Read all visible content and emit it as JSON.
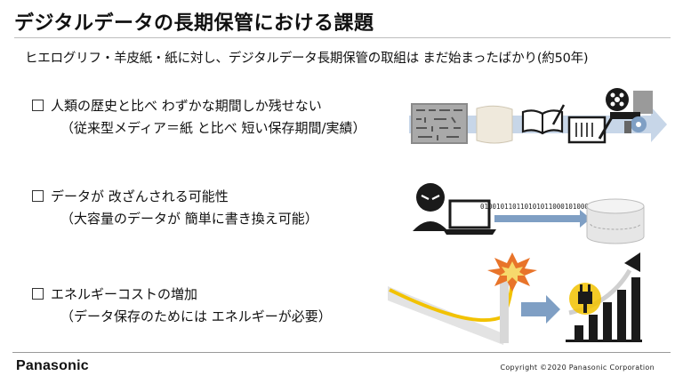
{
  "slide": {
    "title": "デジタルデータの長期保管における課題",
    "subtitle": "ヒエログリフ・羊皮紙・紙に対し、デジタルデータ長期保管の取組は まだ始まったばかり(約50年)",
    "issues": [
      {
        "main": "人類の歴史と比べ わずかな期間しか残せない",
        "sub": "（従来型メディア＝紙 と比べ 短い保存期間/実績）"
      },
      {
        "main": "データが 改ざんされる可能性",
        "sub": "（大容量のデータが 簡単に書き換え可能）"
      },
      {
        "main": "エネルギーコストの増加",
        "sub": "（データ保存のためには エネルギーが必要）"
      }
    ],
    "binary_string": "010010110110101011000101000010000"
  },
  "footer": {
    "logo": "Panasonic",
    "copyright": "Copyright ©2020 Panasonic Corporation"
  },
  "colors": {
    "accent_blue": "#7f9fc4",
    "arrow_light": "#c7d6e8",
    "dark": "#1a1a1a",
    "yellow": "#f2c200",
    "orange": "#e8742a"
  }
}
